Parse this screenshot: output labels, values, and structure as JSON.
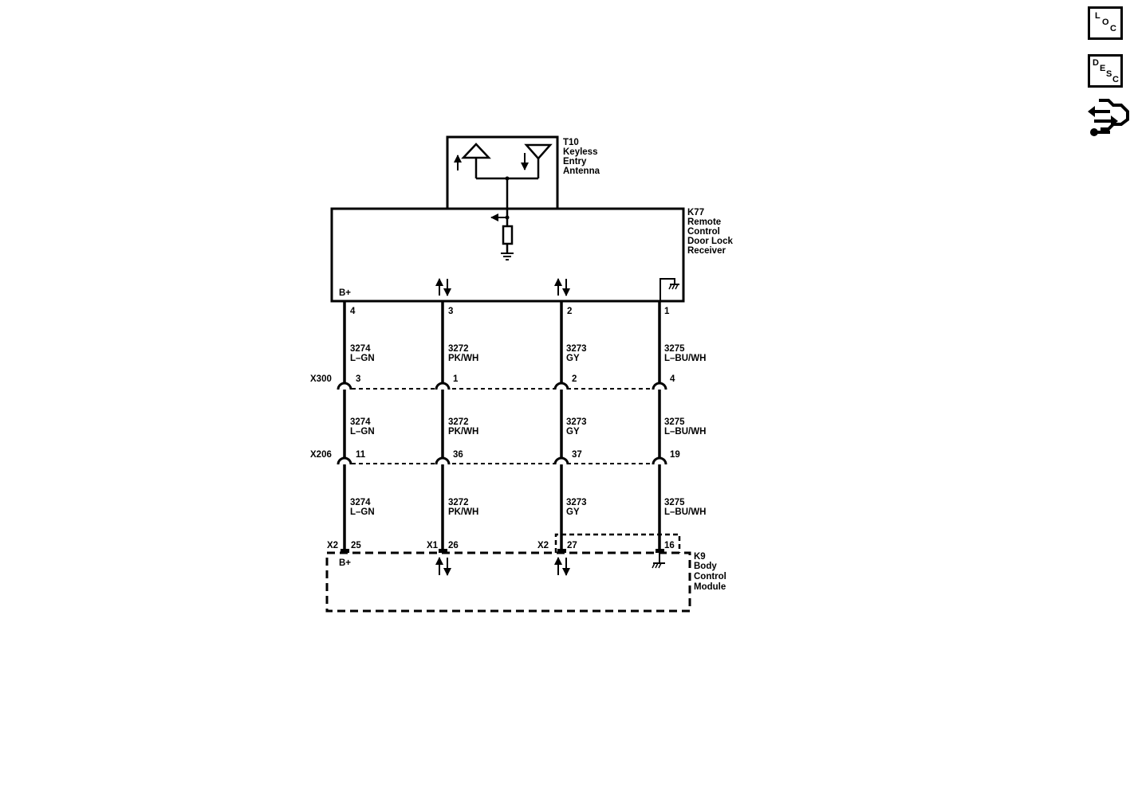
{
  "components": {
    "antenna": [
      "T10",
      "Keyless",
      "Entry",
      "Antenna"
    ],
    "receiver": [
      "K77",
      "Remote",
      "Control",
      "Door Lock",
      "Receiver"
    ],
    "bcm": [
      "K9",
      "Body",
      "Control",
      "Module"
    ]
  },
  "receiver_pins": [
    {
      "pin": "4",
      "label": "B+"
    },
    {
      "pin": "3",
      "label": ""
    },
    {
      "pin": "2",
      "label": ""
    },
    {
      "pin": "1",
      "label": ""
    }
  ],
  "circuits": [
    {
      "circuit": "3274",
      "color": "L–GN"
    },
    {
      "circuit": "3272",
      "color": "PK/WH"
    },
    {
      "circuit": "3273",
      "color": "GY"
    },
    {
      "circuit": "3275",
      "color": "L–BU/WH"
    }
  ],
  "connectors": [
    {
      "name": "X300",
      "pins": [
        "3",
        "1",
        "2",
        "4"
      ]
    },
    {
      "name": "X206",
      "pins": [
        "11",
        "36",
        "37",
        "19"
      ]
    }
  ],
  "bcm_pins": [
    {
      "connector": "X2",
      "pin": "25",
      "label": "B+"
    },
    {
      "connector": "X1",
      "pin": "26",
      "label": ""
    },
    {
      "connector": "X2",
      "pin": "27",
      "label": ""
    },
    {
      "connector": "",
      "pin": "16",
      "label": ""
    }
  ],
  "side_buttons": {
    "loc": [
      "L",
      "O",
      "C"
    ],
    "desc": [
      "D",
      "E",
      "S",
      "C"
    ]
  }
}
